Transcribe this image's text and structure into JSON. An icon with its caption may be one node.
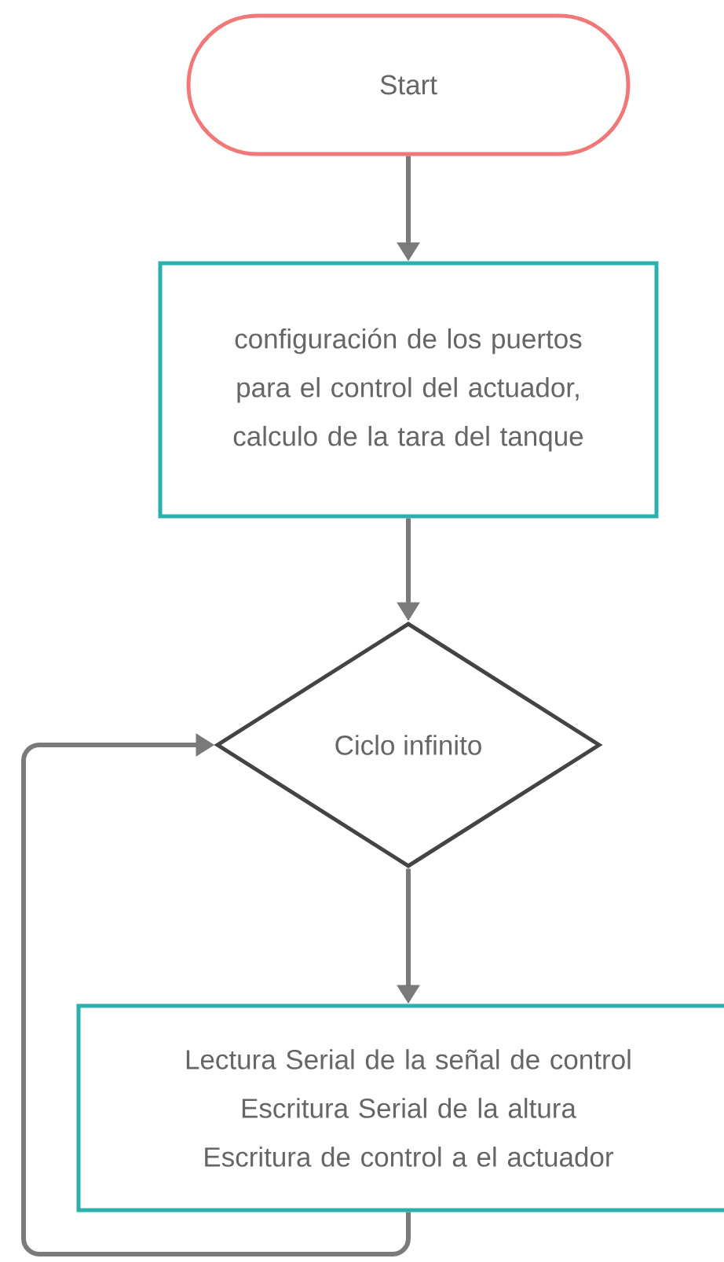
{
  "diagram": {
    "nodes": [
      {
        "text": [
          "Start"
        ]
      },
      {
        "text": [
          "configuración de los puertos para el control del actuador, calculo de la tara del tanque"
        ]
      },
      {
        "text": [
          "Ciclo infinito"
        ]
      },
      {
        "text": [
          "Lectura Serial de la señal de control",
          "Escritura Serial de la altura",
          "Escritura de control a el actuador"
        ]
      }
    ],
    "edges": [
      {
        "from": 0,
        "to": 1,
        "arrow": "to"
      },
      {
        "from": 1,
        "to": 2,
        "arrow": "to"
      },
      {
        "from": 2,
        "to": 3,
        "arrow": "to"
      },
      {
        "from": 3,
        "to": 2,
        "arrow": "to"
      }
    ]
  }
}
